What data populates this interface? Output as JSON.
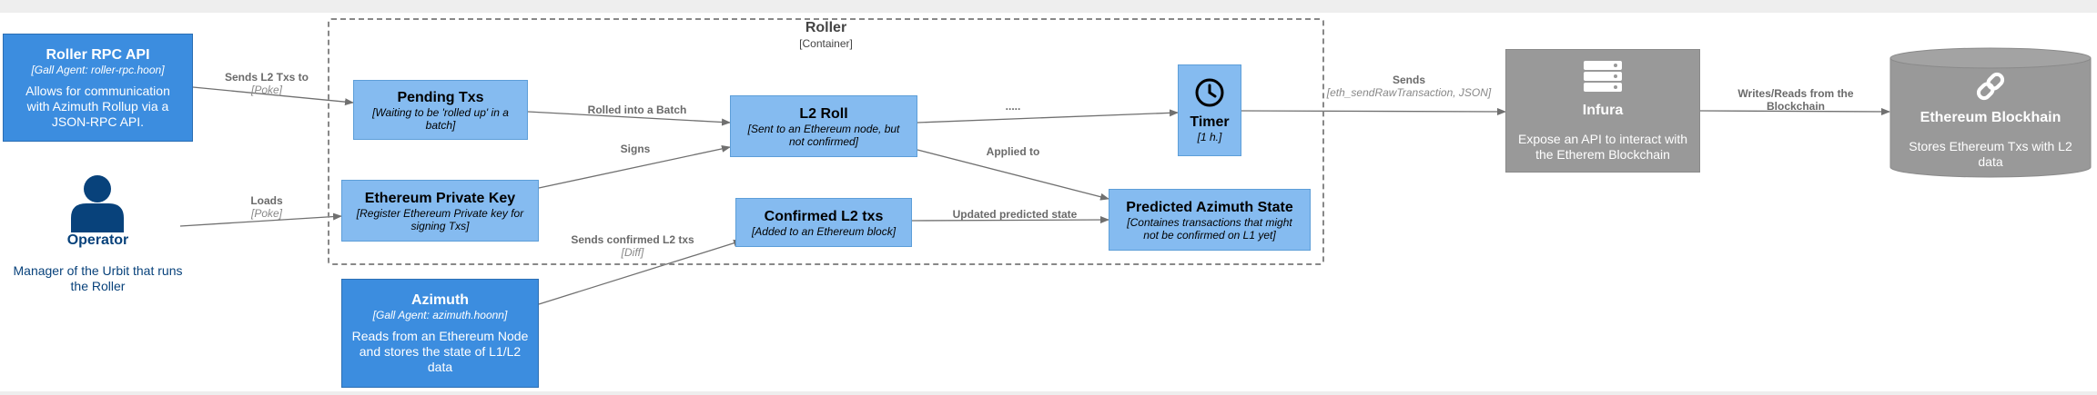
{
  "container": {
    "title": "Roller",
    "type": "[Container]"
  },
  "roller_rpc": {
    "title": "Roller RPC API",
    "tech": "[Gall Agent: roller-rpc.hoon]",
    "desc": "Allows for communication with Azimuth Rollup via a JSON-RPC API."
  },
  "operator": {
    "title": "Operator",
    "desc": "Manager of the Urbit that runs the Roller"
  },
  "pending": {
    "title": "Pending Txs",
    "tech": "[Waiting to be 'rolled up' in a batch]"
  },
  "private_key": {
    "title": "Ethereum Private Key",
    "tech": "[Register Ethereum Private key for signing Txs]"
  },
  "l2roll": {
    "title": "L2 Roll",
    "tech": "[Sent to an Ethereum node, but not confirmed]"
  },
  "timer": {
    "title": "Timer",
    "tech": "[1 h.]",
    "icon": "clock-icon"
  },
  "confirmed": {
    "title": "Confirmed L2 txs",
    "tech": "[Added to an Ethereum block]"
  },
  "predicted": {
    "title": "Predicted Azimuth State",
    "tech": "[Containes transactions that might not be confirmed on L1 yet]"
  },
  "azimuth": {
    "title": "Azimuth",
    "tech": "[Gall Agent: azimuth.hoonn]",
    "desc": "Reads from an Ethereum Node and stores the state of L1/L2 data"
  },
  "infura": {
    "title": "Infura",
    "desc": "Expose an API to interact with the Etherem Blockchain",
    "icon": "server-icon"
  },
  "ethereum": {
    "title": "Ethereum Blockhain",
    "desc": "Stores Ethereum Txs with L2 data",
    "icon": "link-icon"
  },
  "edges": {
    "sends_l2": {
      "label": "Sends L2 Txs to",
      "tech": "[Poke]"
    },
    "loads": {
      "label": "Loads",
      "tech": "[Poke]"
    },
    "rolled": {
      "label": "Rolled into a Batch"
    },
    "signs": {
      "label": "Signs"
    },
    "dots": {
      "label": "....."
    },
    "applied": {
      "label": "Applied to"
    },
    "updated": {
      "label": "Updated predicted state"
    },
    "sends_confirmed": {
      "label": "Sends confirmed L2 txs",
      "tech": "[Diff]"
    },
    "sends": {
      "label": "Sends",
      "tech": "[eth_sendRawTransaction, JSON]"
    },
    "writes": {
      "label": "Writes/Reads from the Blockchain"
    }
  },
  "colors": {
    "external": "#3c8ddf",
    "component": "#85bbf0",
    "system": "#999999",
    "person": "#08427b",
    "edge": "#707070"
  }
}
